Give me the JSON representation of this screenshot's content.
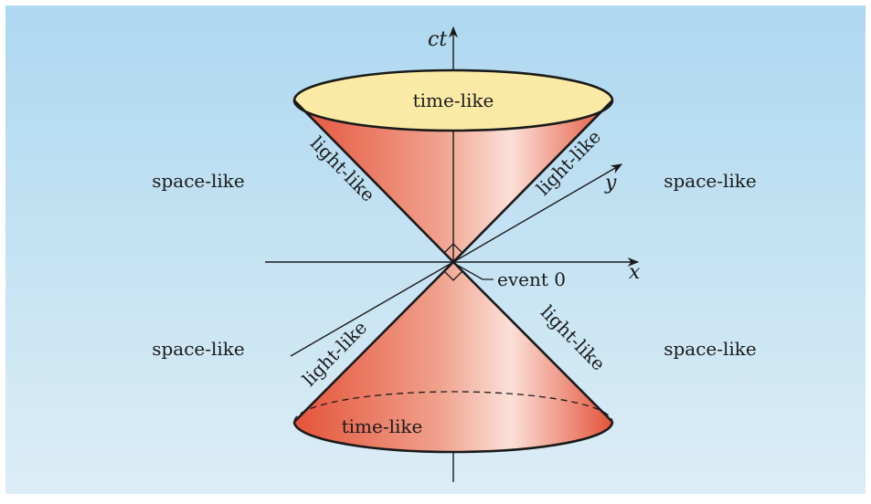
{
  "axes": {
    "vertical": "ct",
    "horizontal": "x",
    "depth": "y"
  },
  "regions": {
    "future_cone": "time-like",
    "past_cone": "time-like",
    "space_upper_left": "space-like",
    "space_upper_right": "space-like",
    "space_lower_left": "space-like",
    "space_lower_right": "space-like"
  },
  "cone_edges": {
    "upper_left": "light-like",
    "upper_right": "light-like",
    "lower_left": "light-like",
    "lower_right": "light-like"
  },
  "origin_label": "event 0",
  "colors": {
    "background_top": "#aed8f0",
    "background_bottom": "#dcedf6",
    "cone_dark": "#e4533a",
    "cone_light": "#fbe0d8",
    "cap_fill": "#fbeaa5",
    "outline": "#1a1a1a"
  }
}
